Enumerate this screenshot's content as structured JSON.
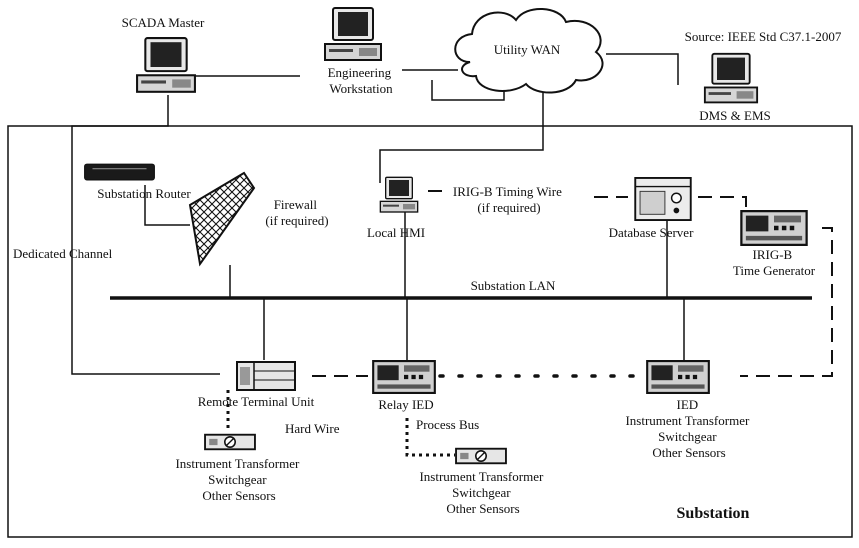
{
  "source_note": "Source: IEEE Std C37.1-2007",
  "cloud": {
    "label": "Utility WAN"
  },
  "nodes": {
    "scada_master": [
      "SCADA Master"
    ],
    "engineering_workstation": [
      "Engineering",
      "Workstation"
    ],
    "dms_ems": [
      "DMS & EMS"
    ],
    "substation_router": [
      "Substation Router"
    ],
    "firewall": [
      "Firewall",
      "(if required)"
    ],
    "local_hmi": [
      "Local HMI"
    ],
    "database_server": [
      "Database Server"
    ],
    "irig_b_generator": [
      "IRIG-B",
      "Time Generator"
    ],
    "rtu": [
      "Remote Terminal Unit"
    ],
    "relay_ied": [
      "Relay IED"
    ],
    "ied": [
      "IED",
      "Instrument Transformer",
      "Switchgear",
      "Other Sensors"
    ],
    "sensors_rtu": [
      "Instrument Transformer",
      "Switchgear",
      "Other Sensors"
    ],
    "sensors_relay": [
      "Instrument Transformer",
      "Switchgear",
      "Other Sensors"
    ]
  },
  "links": {
    "dedicated_channel": "Dedicated Channel",
    "irig_b_timing": [
      "IRIG-B Timing Wire",
      "(if required)"
    ],
    "substation_lan": "Substation LAN",
    "hard_wire": "Hard Wire",
    "process_bus": "Process Bus"
  },
  "region": {
    "label": "Substation"
  }
}
